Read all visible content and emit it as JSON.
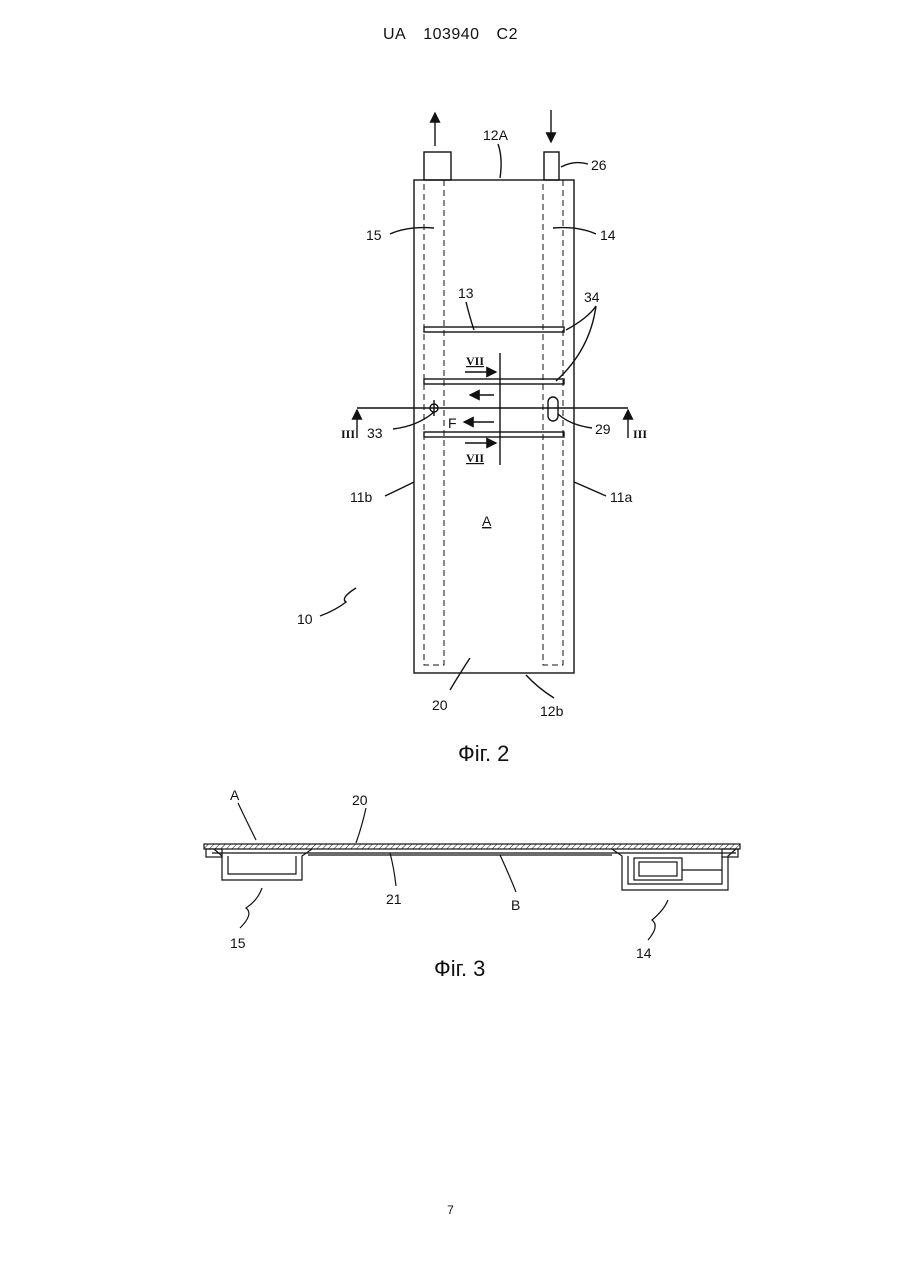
{
  "header": {
    "office": "UA",
    "number": "103940",
    "kind": "C2"
  },
  "figure2": {
    "caption": "Фіг. 2",
    "labels": {
      "top_edge": "12A",
      "inlet": "26",
      "left_channel": "15",
      "right_channel": "14",
      "bar": "13",
      "bars_group": "34",
      "section_upper": "VII",
      "section_lower": "VII",
      "section_mark_left": "III",
      "section_mark_right": "III",
      "point": "33",
      "force": "F",
      "slot": "29",
      "left_edge": "11b",
      "right_edge": "11a",
      "area": "A",
      "assembly": "10",
      "plate": "20",
      "bottom_edge": "12b"
    }
  },
  "figure3": {
    "caption": "Фіг. 3",
    "labels": {
      "point_a": "A",
      "plate": "20",
      "sheet": "21",
      "point_b": "B",
      "left_channel": "15",
      "right_channel": "14"
    }
  },
  "page_number": "7"
}
